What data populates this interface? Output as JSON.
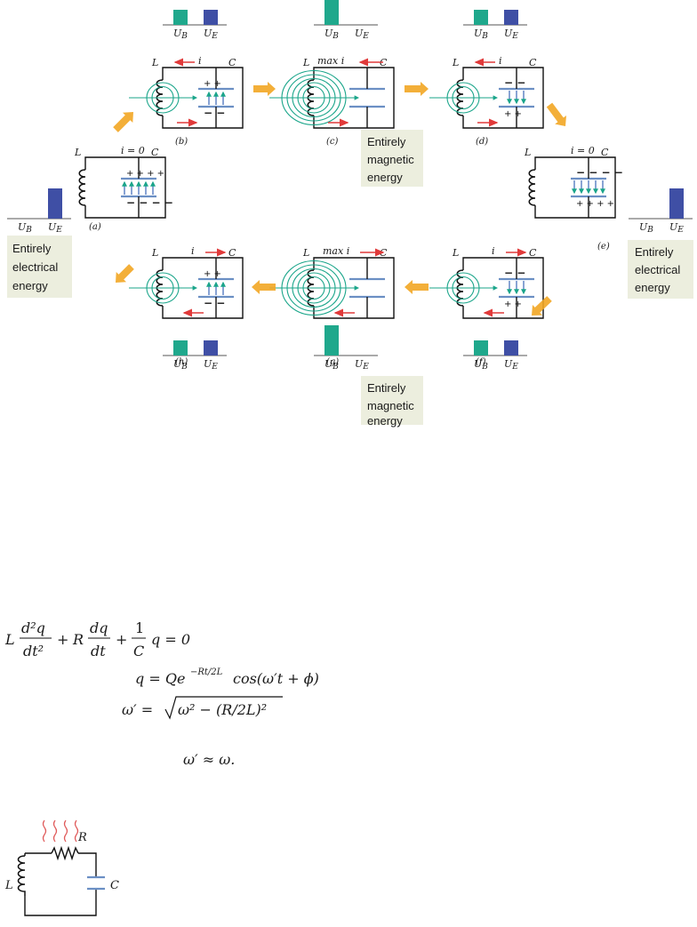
{
  "panels": {
    "a": {
      "caption": "(a)",
      "current": "i = 0"
    },
    "b": {
      "caption": "(b)",
      "current": "i"
    },
    "c": {
      "caption": "(c)",
      "current": "max i"
    },
    "d": {
      "caption": "(d)",
      "current": "i"
    },
    "e": {
      "caption": "(e)",
      "current": "i = 0"
    },
    "f": {
      "caption": "(f)",
      "current": "i"
    },
    "g": {
      "caption": "(g)",
      "current": "max i"
    },
    "h": {
      "caption": "(h)",
      "current": "i"
    }
  },
  "labels": {
    "inductor": "L",
    "capacitor": "C",
    "resistor": "R"
  },
  "bars": {
    "ub": "U",
    "ue": "U",
    "ub_sub": "B",
    "ue_sub": "E"
  },
  "energy_levels": {
    "a": {
      "ub": 0,
      "ue": 1
    },
    "b": {
      "ub": 0.5,
      "ue": 0.5
    },
    "c": {
      "ub": 1,
      "ue": 0
    },
    "d": {
      "ub": 0.5,
      "ue": 0.5
    },
    "e": {
      "ub": 0,
      "ue": 1
    },
    "f": {
      "ub": 0.5,
      "ue": 0.5
    },
    "g": {
      "ub": 1,
      "ue": 0
    },
    "h": {
      "ub": 0.5,
      "ue": 0.5
    }
  },
  "boxes": {
    "left": [
      "Entirely",
      "electrical",
      "energy"
    ],
    "right": [
      "Entirely",
      "electrical",
      "energy"
    ],
    "top": [
      "Entirely",
      "magnetic",
      "energy"
    ],
    "bottom": [
      "Entirely",
      "magnetic",
      "energy"
    ]
  },
  "equations": {
    "eq1_L": "L",
    "eq1_d2q": "d²q",
    "eq1_dt2": "dt²",
    "eq1_plus1": "+",
    "eq1_R": "R",
    "eq1_dq": "dq",
    "eq1_dt": "dt",
    "eq1_plus2": "+",
    "eq1_1": "1",
    "eq1_C": "C",
    "eq1_tail": "q = 0",
    "eq2_lhs": "q = Qe",
    "eq2_exp": "−Rt/2L",
    "eq2_rhs": "cos(ω′t + ϕ)",
    "eq3_lhs": "ω′ =",
    "eq3_rad": "ω² − (R/2L)²",
    "eq4": "ω′ ≈ ω."
  },
  "colors": {
    "ub_bar": "#1fa88c",
    "ue_bar": "#3f4fa5",
    "box_bg": "#eceede",
    "flow_arrow": "#f2a623",
    "current_arrow": "#e03a3a",
    "heat": "#e05a5a"
  }
}
